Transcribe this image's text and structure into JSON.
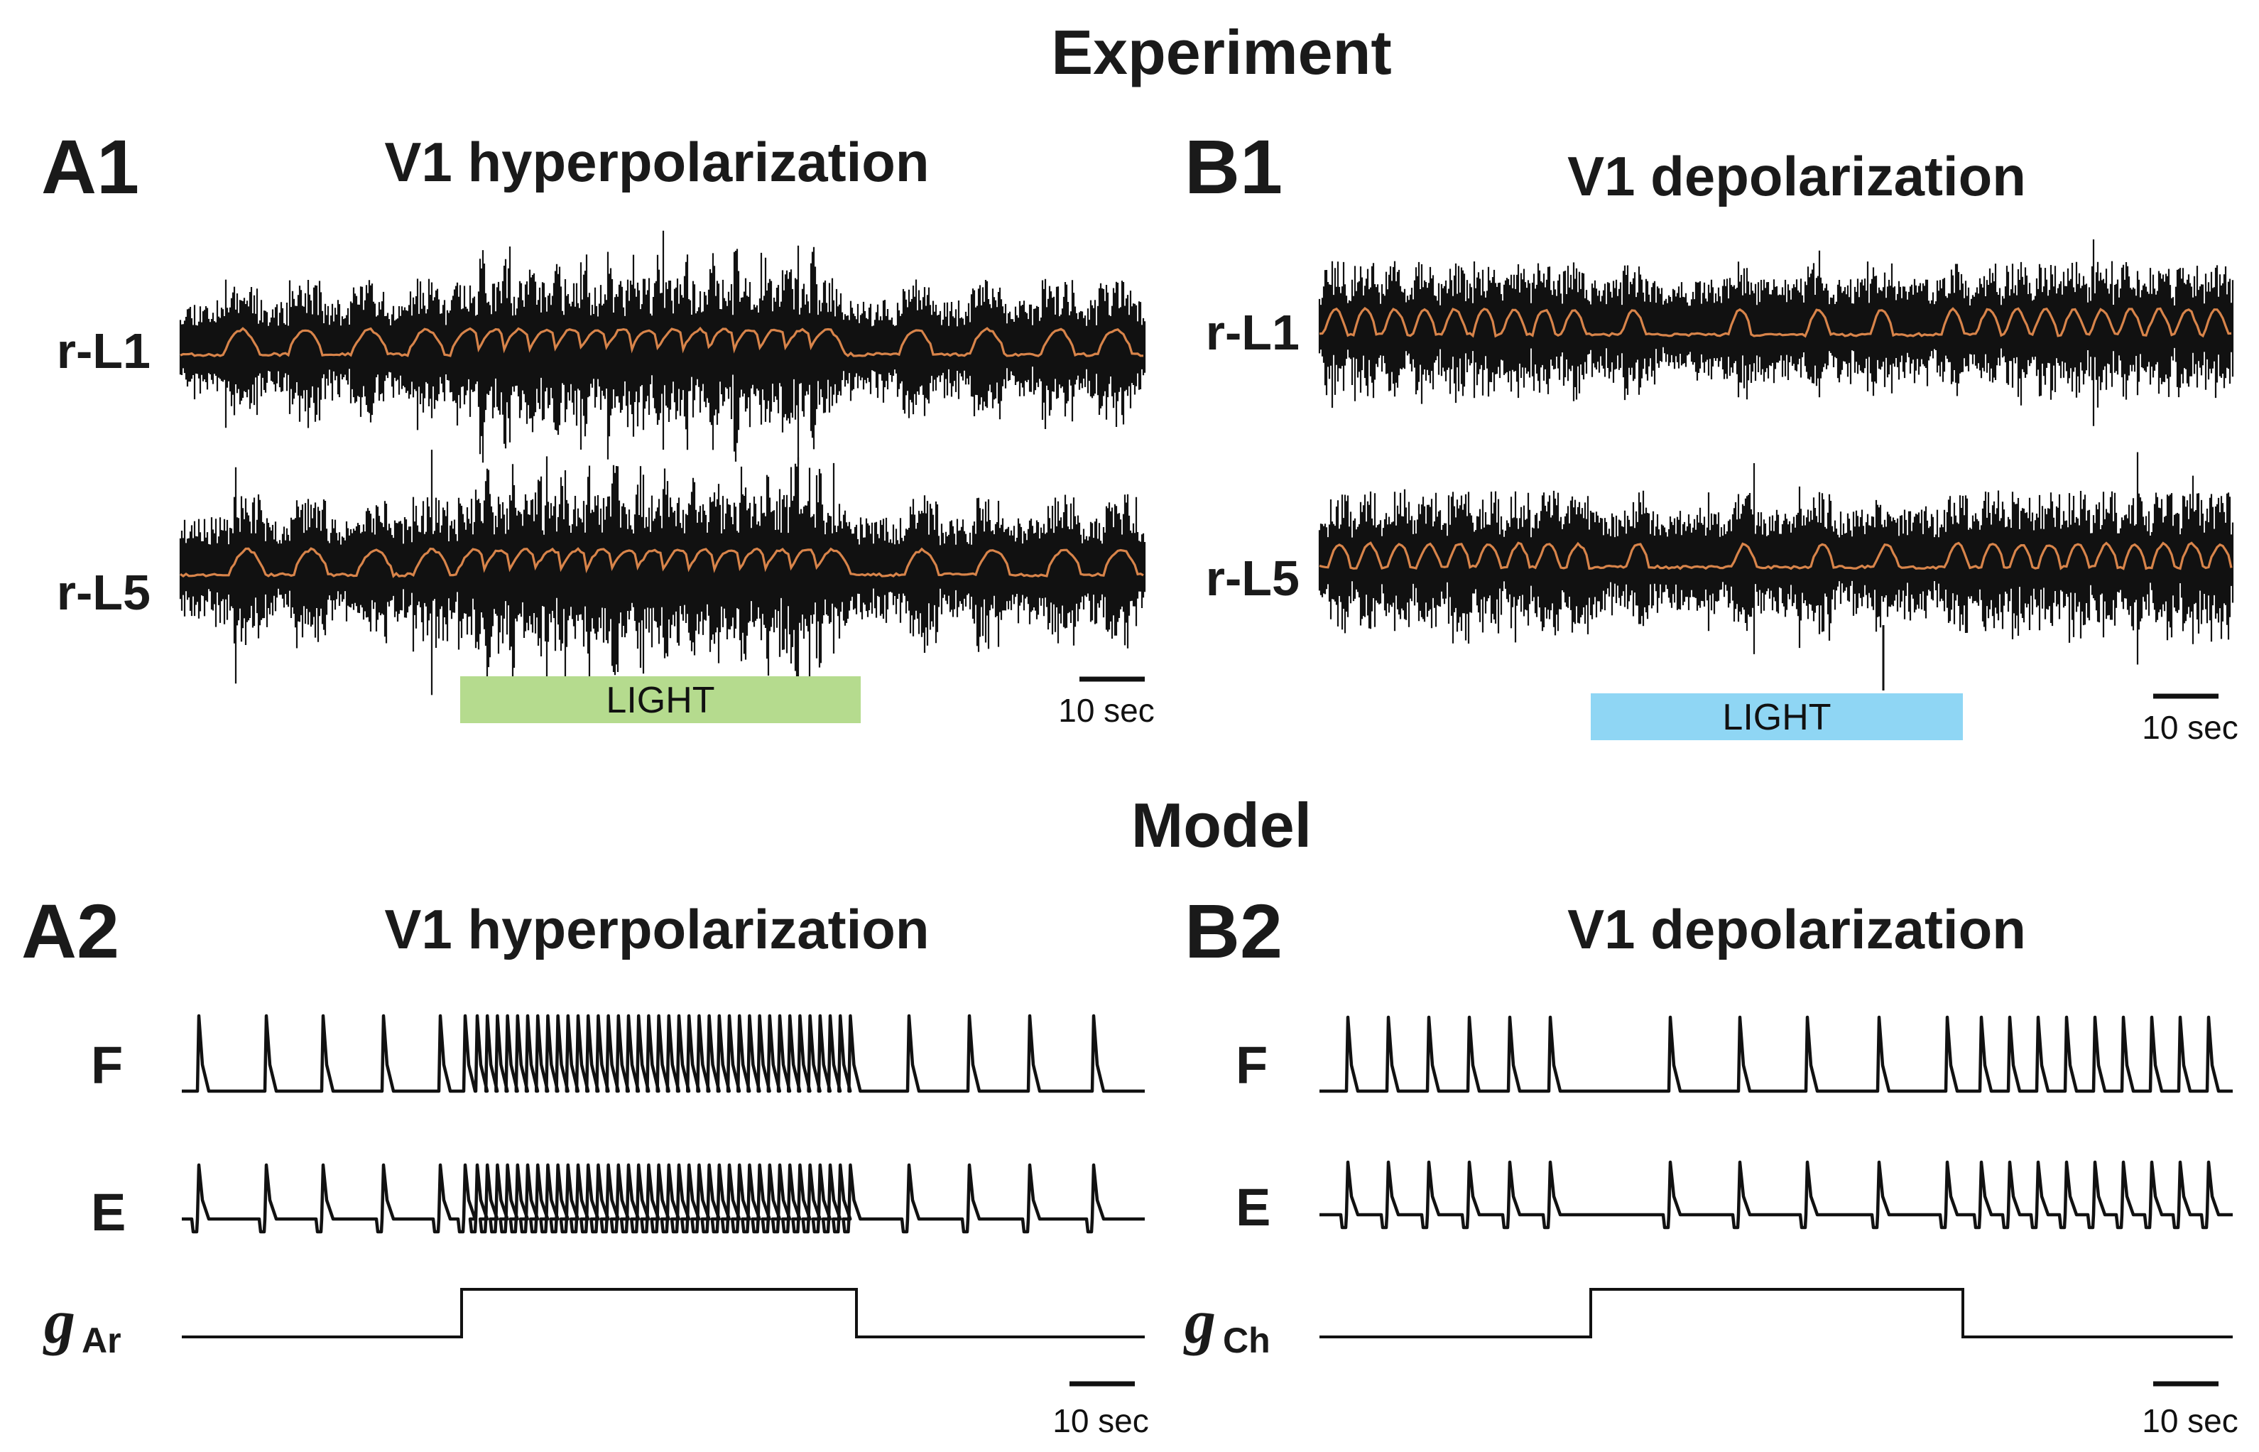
{
  "experiment": {
    "heading": "Experiment",
    "A1": {
      "label": "A1",
      "title": "V1 hyperpolarization",
      "traces": [
        "r-L1",
        "r-L5"
      ],
      "stimulus_label": "LIGHT",
      "stimulus_color": "#b5db8e",
      "scale_label": "10 sec"
    },
    "B1": {
      "label": "B1",
      "title": "V1 depolarization",
      "traces": [
        "r-L1",
        "r-L5"
      ],
      "stimulus_label": "LIGHT",
      "stimulus_color": "#8fd6f4",
      "scale_label": "10 sec"
    }
  },
  "model": {
    "heading": "Model",
    "A2": {
      "label": "A2",
      "title": "V1 hyperpolarization",
      "traces": [
        "F",
        "E"
      ],
      "conductance_symbol": "g",
      "conductance_subscript": "Ar",
      "scale_label": "10 sec"
    },
    "B2": {
      "label": "B2",
      "title": "V1 depolarization",
      "traces": [
        "F",
        "E"
      ],
      "conductance_symbol": "g",
      "conductance_subscript": "Ch",
      "scale_label": "10 sec"
    }
  },
  "colors": {
    "trace": "#111111",
    "envelope": "#d8844a"
  }
}
